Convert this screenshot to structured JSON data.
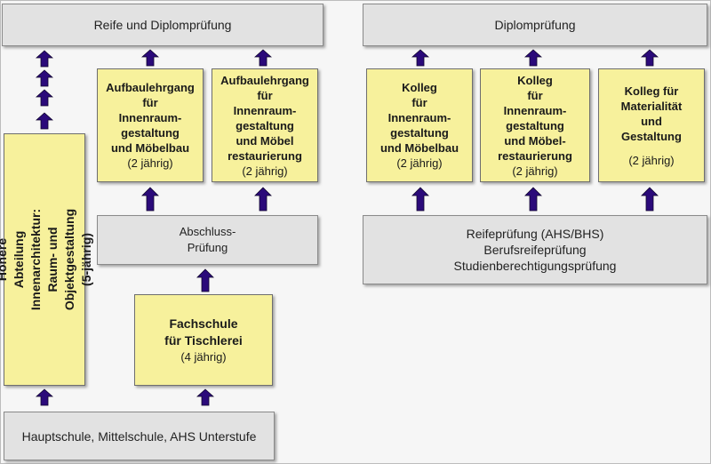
{
  "diagram": {
    "left": {
      "reife_diplom": "Reife und Diplomprüfung",
      "aufbau1": {
        "title": "Aufbaulehrgang\nfür\nInnenraum-\ngestaltung\nund Möbelbau",
        "duration": "(2 jährig)"
      },
      "aufbau2": {
        "title": "Aufbaulehrgang\nfür\nInnenraum-\ngestaltung\nund Möbel\nrestaurierung",
        "duration": "(2 jährig)"
      },
      "hoehere": {
        "line1": "Höhere Abteilung",
        "line2": "Innenarchitektur:",
        "line3": "Raum- und Objektgestaltung",
        "line4": "(5-jährig)"
      },
      "abschluss": {
        "line1": "Abschluss-",
        "line2": "Prüfung"
      },
      "fachschule": {
        "title": "Fachschule\nfür Tischlerei",
        "duration": "(4 jährig)"
      },
      "hauptschule": "Hauptschule, Mittelschule, AHS Unterstufe"
    },
    "right": {
      "diplom": "Diplomprüfung",
      "kolleg1": {
        "title": "Kolleg\nfür\nInnenraum-\ngestaltung\nund Möbelbau",
        "duration": "(2 jährig)"
      },
      "kolleg2": {
        "title": "Kolleg\nfür\nInnenraum-\ngestaltung\nund Möbel-\nrestaurierung",
        "duration": "(2 jährig)"
      },
      "kolleg3": {
        "title": "Kolleg für\nMaterialität\nund\nGestaltung",
        "duration": "(2 jährig)"
      },
      "reifepruefung": {
        "line1": "Reifeprüfung (AHS/BHS)",
        "line2": "Berufsreifeprüfung",
        "line3": "Studienberechtigungsprüfung"
      }
    },
    "colors": {
      "yellow": "#f7f19c",
      "gray": "#e2e2e2",
      "arrow": "#2b0a7a"
    }
  }
}
